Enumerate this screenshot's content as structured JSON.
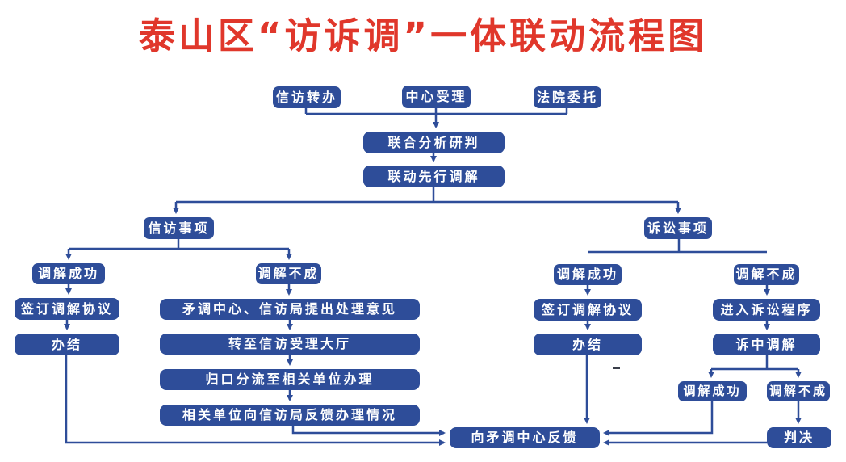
{
  "title": "泰山区“访诉调”一体联动流程图",
  "colors": {
    "box": "#2e4d99",
    "line": "#2e4d99",
    "title": "#e0372b",
    "box_text": "#ffffff",
    "background": "#ffffff"
  },
  "nodes": {
    "petition_transfer": "信访转办",
    "center_acceptance": "中心受理",
    "court_entrustment": "法院委托",
    "joint_analysis": "联合分析研判",
    "joint_pre_mediation": "联动先行调解",
    "petition_matters": "信访事项",
    "petition_mediation_success": "调解成功",
    "petition_mediation_fail": "调解不成",
    "petition_sign_agreement": "签订调解协议",
    "petition_close": "办结",
    "opinion_proposal": "矛调中心、信访局提出处理意见",
    "transfer_hall": "转至信访受理大厅",
    "categorize_divert": "归口分流至相关单位办理",
    "unit_feedback": "相关单位向信访局反馈办理情况",
    "litigation_matters": "诉讼事项",
    "litigation_mediation_success": "调解成功",
    "litigation_mediation_fail": "调解不成",
    "litigation_sign_agreement": "签订调解协议",
    "enter_litigation": "进入诉讼程序",
    "litigation_close": "办结",
    "in_litigation_mediation": "诉中调解",
    "in_litigation_success": "调解成功",
    "in_litigation_fail": "调解不成",
    "judgment": "判决",
    "feedback_center": "向矛调中心反馈"
  }
}
